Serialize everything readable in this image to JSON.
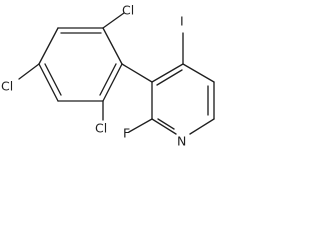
{
  "molecule": {
    "atoms": {
      "cl_top": "Cl",
      "cl_left": "Cl",
      "cl_middle": "Cl",
      "iodo": "I",
      "fluoro": "F",
      "nitrogen": "N"
    },
    "colors": {
      "ink": "#1f1f1f",
      "background": "#ffffff"
    }
  }
}
